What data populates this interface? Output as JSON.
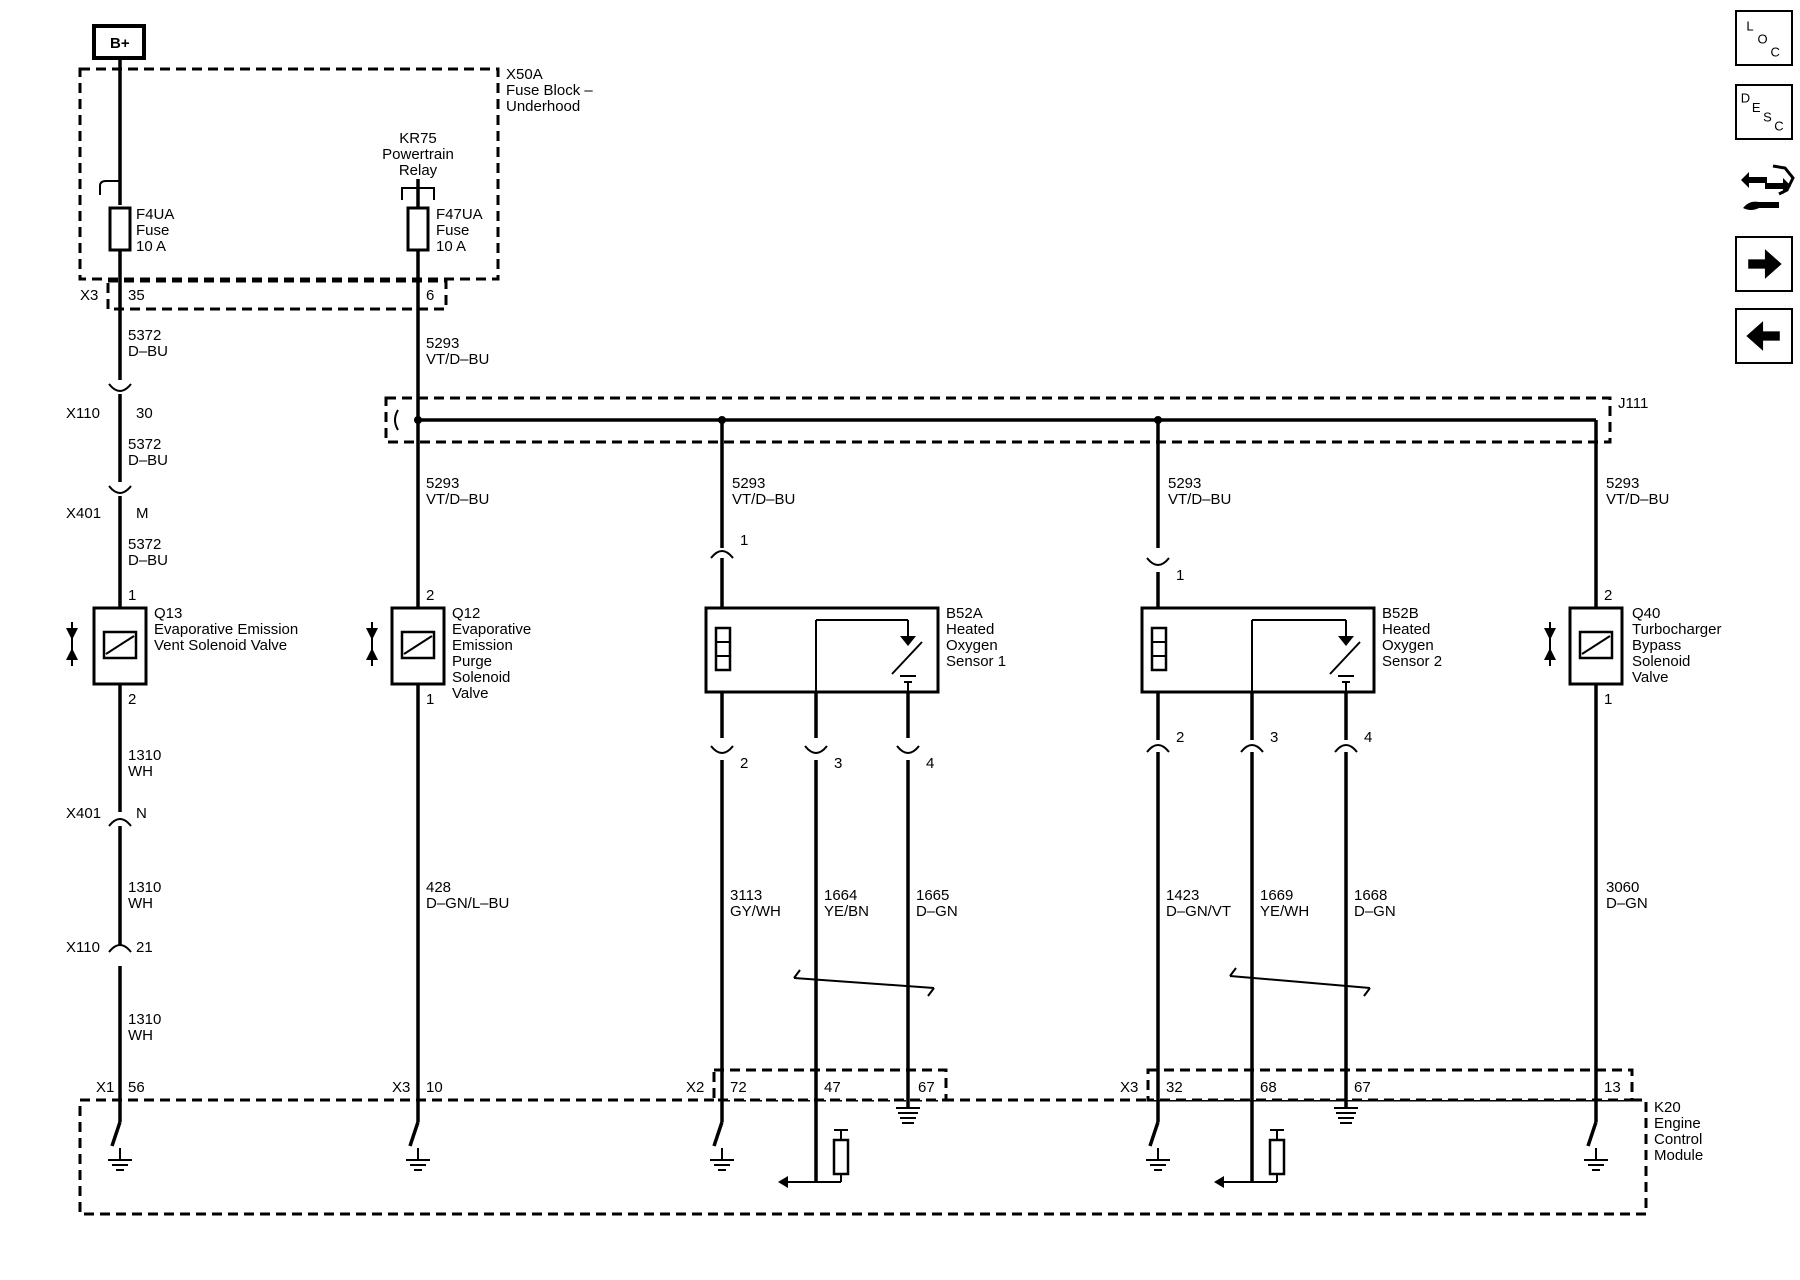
{
  "power_source": {
    "label": "B+"
  },
  "fuse_block": {
    "id": "X50A",
    "line1": "Fuse Block –",
    "line2": "Underhood",
    "relay": {
      "id": "KR75",
      "line1": "Powertrain",
      "line2": "Relay"
    },
    "fuse_a": {
      "id": "F4UA",
      "type": "Fuse",
      "rating": "10 A"
    },
    "fuse_b": {
      "id": "F47UA",
      "type": "Fuse",
      "rating": "10 A"
    },
    "connector": "X3",
    "pin_a": "35",
    "pin_b": "6"
  },
  "splice": {
    "id": "J111"
  },
  "wires": {
    "w5372_a": {
      "circuit": "5372",
      "color": "D–BU"
    },
    "w5372_b": {
      "circuit": "5372",
      "color": "D–BU"
    },
    "w5372_c": {
      "circuit": "5372",
      "color": "D–BU"
    },
    "w5293_main": {
      "circuit": "5293",
      "color": "VT/D–BU"
    },
    "w5293_q12": {
      "circuit": "5293",
      "color": "VT/D–BU"
    },
    "w5293_b52a": {
      "circuit": "5293",
      "color": "VT/D–BU"
    },
    "w5293_b52b": {
      "circuit": "5293",
      "color": "VT/D–BU"
    },
    "w5293_q40": {
      "circuit": "5293",
      "color": "VT/D–BU"
    },
    "w1310_a": {
      "circuit": "1310",
      "color": "WH"
    },
    "w1310_b": {
      "circuit": "1310",
      "color": "WH"
    },
    "w1310_c": {
      "circuit": "1310",
      "color": "WH"
    },
    "w428": {
      "circuit": "428",
      "color": "D–GN/L–BU"
    },
    "w3113": {
      "circuit": "3113",
      "color": "GY/WH"
    },
    "w1664": {
      "circuit": "1664",
      "color": "YE/BN"
    },
    "w1665": {
      "circuit": "1665",
      "color": "D–GN"
    },
    "w1423": {
      "circuit": "1423",
      "color": "D–GN/VT"
    },
    "w1669": {
      "circuit": "1669",
      "color": "YE/WH"
    },
    "w1668": {
      "circuit": "1668",
      "color": "D–GN"
    },
    "w3060": {
      "circuit": "3060",
      "color": "D–GN"
    }
  },
  "connectors": {
    "x110_top": {
      "id": "X110",
      "pin": "30"
    },
    "x401_top": {
      "id": "X401",
      "pin": "M"
    },
    "x401_bot": {
      "id": "X401",
      "pin": "N"
    },
    "x110_bot": {
      "id": "X110",
      "pin": "21"
    }
  },
  "components": {
    "q13": {
      "id": "Q13",
      "line1": "Evaporative Emission",
      "line2": "Vent Solenoid Valve",
      "pin_top": "1",
      "pin_bot": "2"
    },
    "q12": {
      "id": "Q12",
      "line1": "Evaporative",
      "line2": "Emission",
      "line3": "Purge",
      "line4": "Solenoid",
      "line5": "Valve",
      "pin_top": "2",
      "pin_bot": "1"
    },
    "b52a": {
      "id": "B52A",
      "line1": "Heated",
      "line2": "Oxygen",
      "line3": "Sensor 1",
      "pin1": "1",
      "pin2": "2",
      "pin3": "3",
      "pin4": "4"
    },
    "b52b": {
      "id": "B52B",
      "line1": "Heated",
      "line2": "Oxygen",
      "line3": "Sensor 2",
      "pin1": "1",
      "pin2": "2",
      "pin3": "3",
      "pin4": "4"
    },
    "q40": {
      "id": "Q40",
      "line1": "Turbocharger",
      "line2": "Bypass",
      "line3": "Solenoid",
      "line4": "Valve",
      "pin_top": "2",
      "pin_bot": "1"
    }
  },
  "ecm": {
    "id": "K20",
    "line1": "Engine",
    "line2": "Control",
    "line3": "Module",
    "x1": {
      "id": "X1",
      "pin": "56"
    },
    "x3a": {
      "id": "X3",
      "pin": "10"
    },
    "x2": {
      "id": "X2",
      "pin_a": "72",
      "pin_b": "47",
      "pin_c": "67"
    },
    "x3b": {
      "id": "X3",
      "pin_a": "32",
      "pin_b": "68",
      "pin_c": "67"
    },
    "pin_q40": "13"
  },
  "nav": {
    "loc": {
      "l1": "L",
      "l2": "O",
      "l3": "C"
    },
    "desc": {
      "l1": "D",
      "l2": "E",
      "l3": "S",
      "l4": "C"
    }
  }
}
